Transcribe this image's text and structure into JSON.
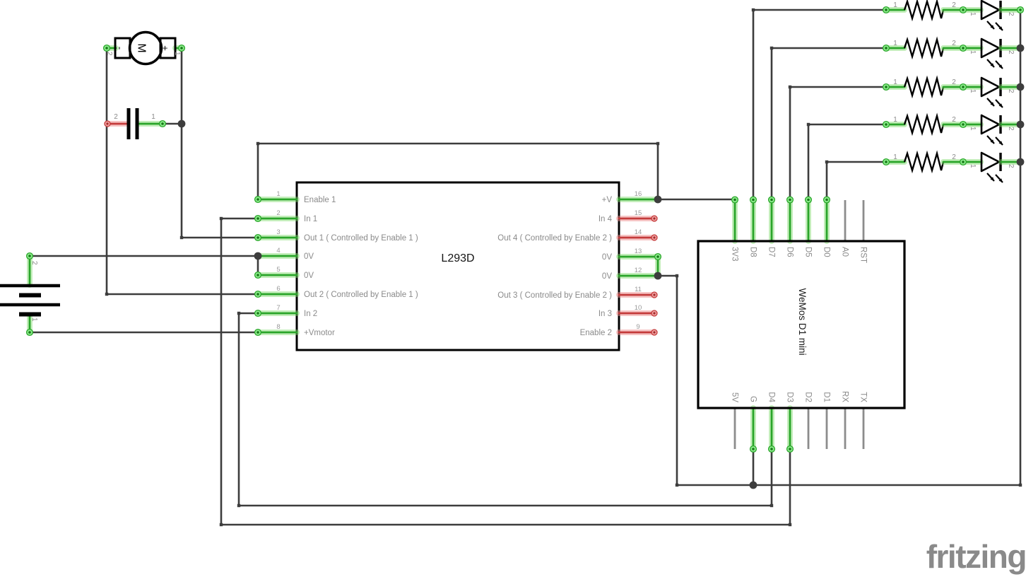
{
  "app": {
    "watermark": "fritzing"
  },
  "colors": {
    "connected_lead": "#2aa52a",
    "unconnected_lead": "#c43b3b",
    "unconnected_stub": "#8c8c8c",
    "wire": "#3d3d3d",
    "pin_label": "#8a8a8a",
    "component_outline": "#000000",
    "watermark": "#8a8a8a"
  },
  "motor": {
    "label": "M",
    "minus_terminal": "-",
    "plus_terminal": "+",
    "pin1": "1",
    "pin2": "2"
  },
  "capacitor": {
    "pin1": "1",
    "pin2": "2"
  },
  "battery": {
    "pin1": "1",
    "pin2": "2"
  },
  "l293d": {
    "label": "L293D",
    "left_pins": [
      {
        "number": "1",
        "label": "Enable 1"
      },
      {
        "number": "2",
        "label": "In 1"
      },
      {
        "number": "3",
        "label": "Out 1 ( Controlled by Enable 1 )"
      },
      {
        "number": "4",
        "label": "0V"
      },
      {
        "number": "5",
        "label": "0V"
      },
      {
        "number": "6",
        "label": "Out 2 ( Controlled by Enable 1 )"
      },
      {
        "number": "7",
        "label": "In 2"
      },
      {
        "number": "8",
        "label": "+Vmotor"
      }
    ],
    "right_pins": [
      {
        "number": "16",
        "label": "+V"
      },
      {
        "number": "15",
        "label": "In 4"
      },
      {
        "number": "14",
        "label": "Out 4 ( Controlled by Enable 2 )"
      },
      {
        "number": "13",
        "label": "0V"
      },
      {
        "number": "12",
        "label": "0V"
      },
      {
        "number": "11",
        "label": "Out 3 ( Controlled by Enable 2 )"
      },
      {
        "number": "10",
        "label": "In 3"
      },
      {
        "number": "9",
        "label": "Enable 2"
      }
    ]
  },
  "wemos": {
    "label": "WeMos D1 mini",
    "top_pins": [
      {
        "label": "3V3"
      },
      {
        "label": "D8"
      },
      {
        "label": "D7"
      },
      {
        "label": "D6"
      },
      {
        "label": "D5"
      },
      {
        "label": "D0"
      },
      {
        "label": "A0"
      },
      {
        "label": "RST"
      }
    ],
    "bottom_pins": [
      {
        "label": "5V"
      },
      {
        "label": "G"
      },
      {
        "label": "D4"
      },
      {
        "label": "D3"
      },
      {
        "label": "D2"
      },
      {
        "label": "D1"
      },
      {
        "label": "RX"
      },
      {
        "label": "TX"
      }
    ]
  },
  "led_rows": [
    {
      "resistor": {
        "pin1": "1",
        "pin2": "2"
      },
      "led": {
        "pin1": "1",
        "pin2": "2"
      }
    },
    {
      "resistor": {
        "pin1": "1",
        "pin2": "2"
      },
      "led": {
        "pin1": "1",
        "pin2": "2"
      }
    },
    {
      "resistor": {
        "pin1": "1",
        "pin2": "2"
      },
      "led": {
        "pin1": "1",
        "pin2": "2"
      }
    },
    {
      "resistor": {
        "pin1": "1",
        "pin2": "2"
      },
      "led": {
        "pin1": "1",
        "pin2": "2"
      }
    },
    {
      "resistor": {
        "pin1": "1",
        "pin2": "2"
      },
      "led": {
        "pin1": "1",
        "pin2": "2"
      }
    }
  ]
}
